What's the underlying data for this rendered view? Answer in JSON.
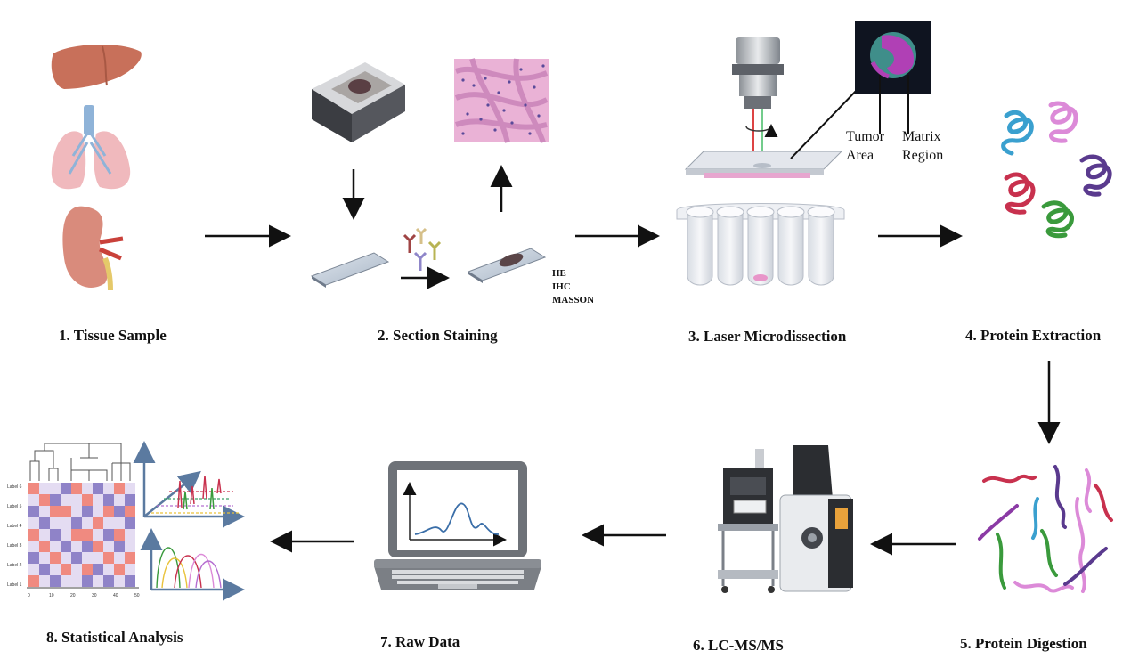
{
  "steps": {
    "s1": "1. Tissue Sample",
    "s2": "2. Section  Staining",
    "s3": "3. Laser Microdissection",
    "s4": "4. Protein Extraction",
    "s5": "5. Protein Digestion",
    "s6": "6. LC-MS/MS",
    "s7": "7. Raw Data",
    "s8": "8. Statistical Analysis"
  },
  "staining": {
    "he": "HE",
    "ihc": "IHC",
    "masson": "MASSON"
  },
  "lcm": {
    "tumor_1": "Tumor",
    "tumor_2": "Area",
    "matrix_1": "Matrix",
    "matrix_2": "Region"
  },
  "heatmap": {
    "row_labels": [
      "Label 6",
      "Label 5",
      "Label 4",
      "Label 3",
      "Label 2",
      "Label 1"
    ],
    "x_ticks": [
      "0",
      "10",
      "20",
      "30",
      "40",
      "50"
    ]
  },
  "colors": {
    "liver": "#c8705a",
    "lung": "#f0b9bd",
    "kidney": "#d98b7c",
    "stain_pink": "#e7a6cf",
    "arrow": "#111111",
    "heat_red": "#f08a80",
    "heat_purple": "#8f83c8",
    "heat_light": "#e4dcf2"
  }
}
